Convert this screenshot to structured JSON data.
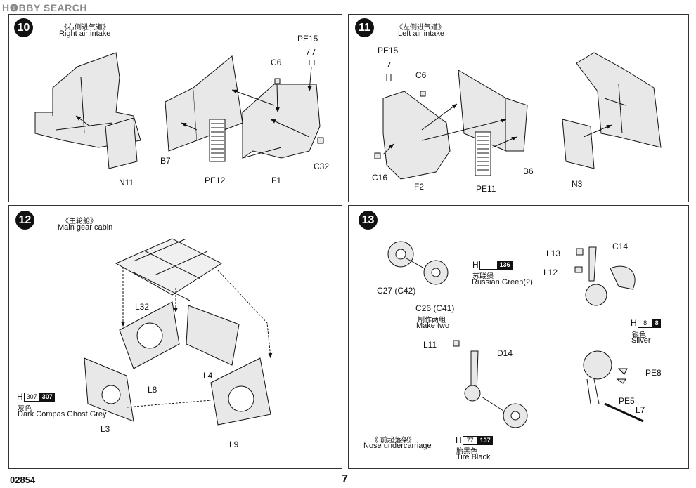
{
  "watermark": "H❶BBY SEARCH",
  "footer": {
    "code": "02854",
    "page": "7"
  },
  "steps": [
    {
      "num": "10",
      "cn": "《右侧进气道》",
      "en": "Right air intake",
      "parts": {
        "pe15": "PE15",
        "c6": "C6",
        "b7": "B7",
        "pe12": "PE12",
        "f1": "F1",
        "c32": "C32",
        "n11": "N11"
      }
    },
    {
      "num": "11",
      "cn": "《左侧进气道》",
      "en": "Left air intake",
      "parts": {
        "pe15": "PE15",
        "c6": "C6",
        "c16": "C16",
        "f2": "F2",
        "pe11": "PE11",
        "b6": "B6",
        "n3": "N3"
      }
    },
    {
      "num": "12",
      "cn": "《主轮舱》",
      "en": "Main gear cabin",
      "parts": {
        "l32": "L32",
        "l8": "L8",
        "l4": "L4",
        "l3": "L3",
        "l9": "L9"
      }
    },
    {
      "num": "13",
      "cn": "",
      "en": "",
      "parts": {
        "c27": "C27 (C42)",
        "c26": "C26 (C41)",
        "make_two_cn": "制作两组",
        "make_two_en": "Make two",
        "l13": "L13",
        "c14": "C14",
        "l12": "L12",
        "l11": "L11",
        "d14": "D14",
        "pe8": "PE8",
        "pe5": "PE5",
        "l7": "L7"
      },
      "nose_cn": "《 前起落架》",
      "nose_en": "Nose undercarriage"
    }
  ],
  "paints": {
    "russian_green": {
      "h": "H",
      "code1": "",
      "code2": "136",
      "cn": "苏联绿",
      "en": "Russian Green(2)"
    },
    "silver": {
      "h": "H",
      "code1": "8",
      "code2": "8",
      "cn": "银色",
      "en": "Silver"
    },
    "ghost_grey": {
      "h": "H",
      "code1": "307",
      "code2": "307",
      "cn": "灰色",
      "en": "Dark Compas Ghost Grey"
    },
    "tire_black": {
      "h": "H",
      "code1": "77",
      "code2": "137",
      "cn": "胎黑色",
      "en": "Tire Black"
    }
  },
  "colors": {
    "ink": "#111111",
    "paper": "#ffffff",
    "watermark": "#888888"
  },
  "icons": [
    "step-number-badge",
    "arrow",
    "part-drawing"
  ]
}
